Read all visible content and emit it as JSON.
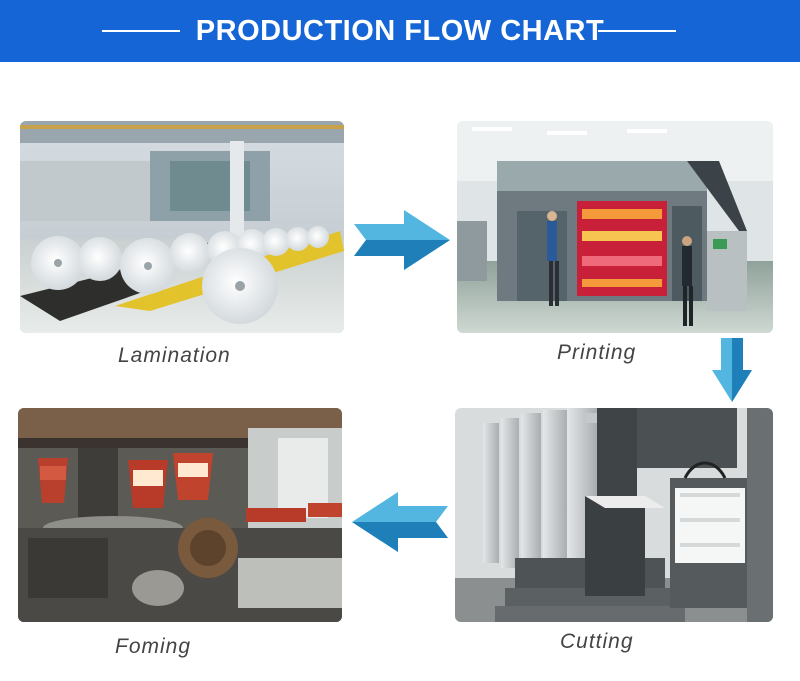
{
  "banner": {
    "title": "PRODUCTION FLOW CHART"
  },
  "steps": [
    {
      "label": "Lamination"
    },
    {
      "label": "Printing"
    },
    {
      "label": "Cutting"
    },
    {
      "label": "Foming"
    }
  ],
  "colors": {
    "banner": "#1565d6",
    "arrow_light": "#52b6e0",
    "arrow_dark": "#1f7fb8",
    "caption": "#444444"
  },
  "icons": {
    "arrow_right": "right-arrow-icon",
    "arrow_down": "down-arrow-icon",
    "arrow_left": "left-arrow-icon"
  }
}
